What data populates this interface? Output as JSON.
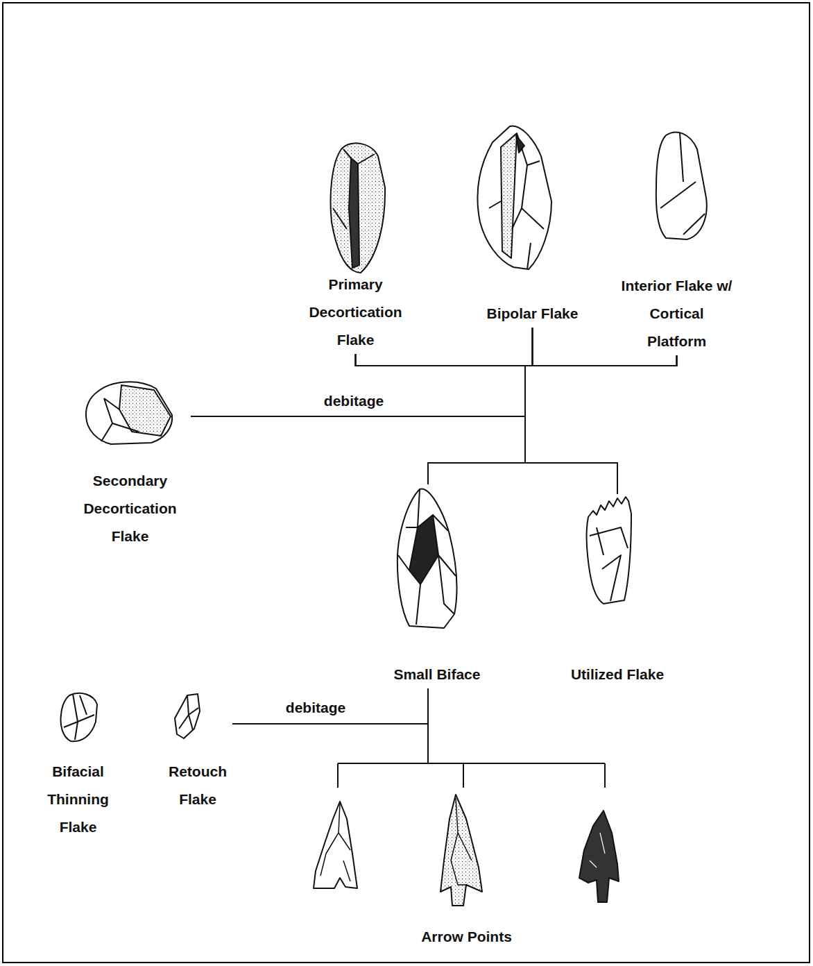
{
  "diagram": {
    "nodes": [
      {
        "text": [
          "Primary Decortication Flake"
        ]
      },
      {
        "text": [
          "Bipolar Flake"
        ]
      },
      {
        "text": [
          "Interior Flake w/ Cortical Platform"
        ]
      },
      {
        "text": [
          "Secondary Decortication Flake"
        ]
      },
      {
        "text": [
          "Small Biface"
        ]
      },
      {
        "text": [
          "Utilized Flake"
        ]
      },
      {
        "text": [
          "Bifacial Thinning Flake"
        ]
      },
      {
        "text": [
          "Retouch Flake"
        ]
      },
      {
        "text": [
          "Arrow Points"
        ]
      }
    ],
    "edges": [
      {
        "from": 0,
        "to": 3,
        "arrow": "none"
      },
      {
        "from": 1,
        "to": 3,
        "label": "debitage",
        "arrow": "none"
      },
      {
        "from": 2,
        "to": 3,
        "arrow": "none"
      },
      {
        "from": 0,
        "to": 4,
        "arrow": "none"
      },
      {
        "from": 1,
        "to": 4,
        "arrow": "none"
      },
      {
        "from": 2,
        "to": 4,
        "arrow": "none"
      },
      {
        "from": 0,
        "to": 5,
        "arrow": "none"
      },
      {
        "from": 1,
        "to": 5,
        "arrow": "none"
      },
      {
        "from": 2,
        "to": 5,
        "arrow": "none"
      },
      {
        "from": 4,
        "to": 8,
        "arrow": "none"
      },
      {
        "from": 4,
        "to": 7,
        "label": "debitage",
        "arrow": "none"
      }
    ]
  }
}
